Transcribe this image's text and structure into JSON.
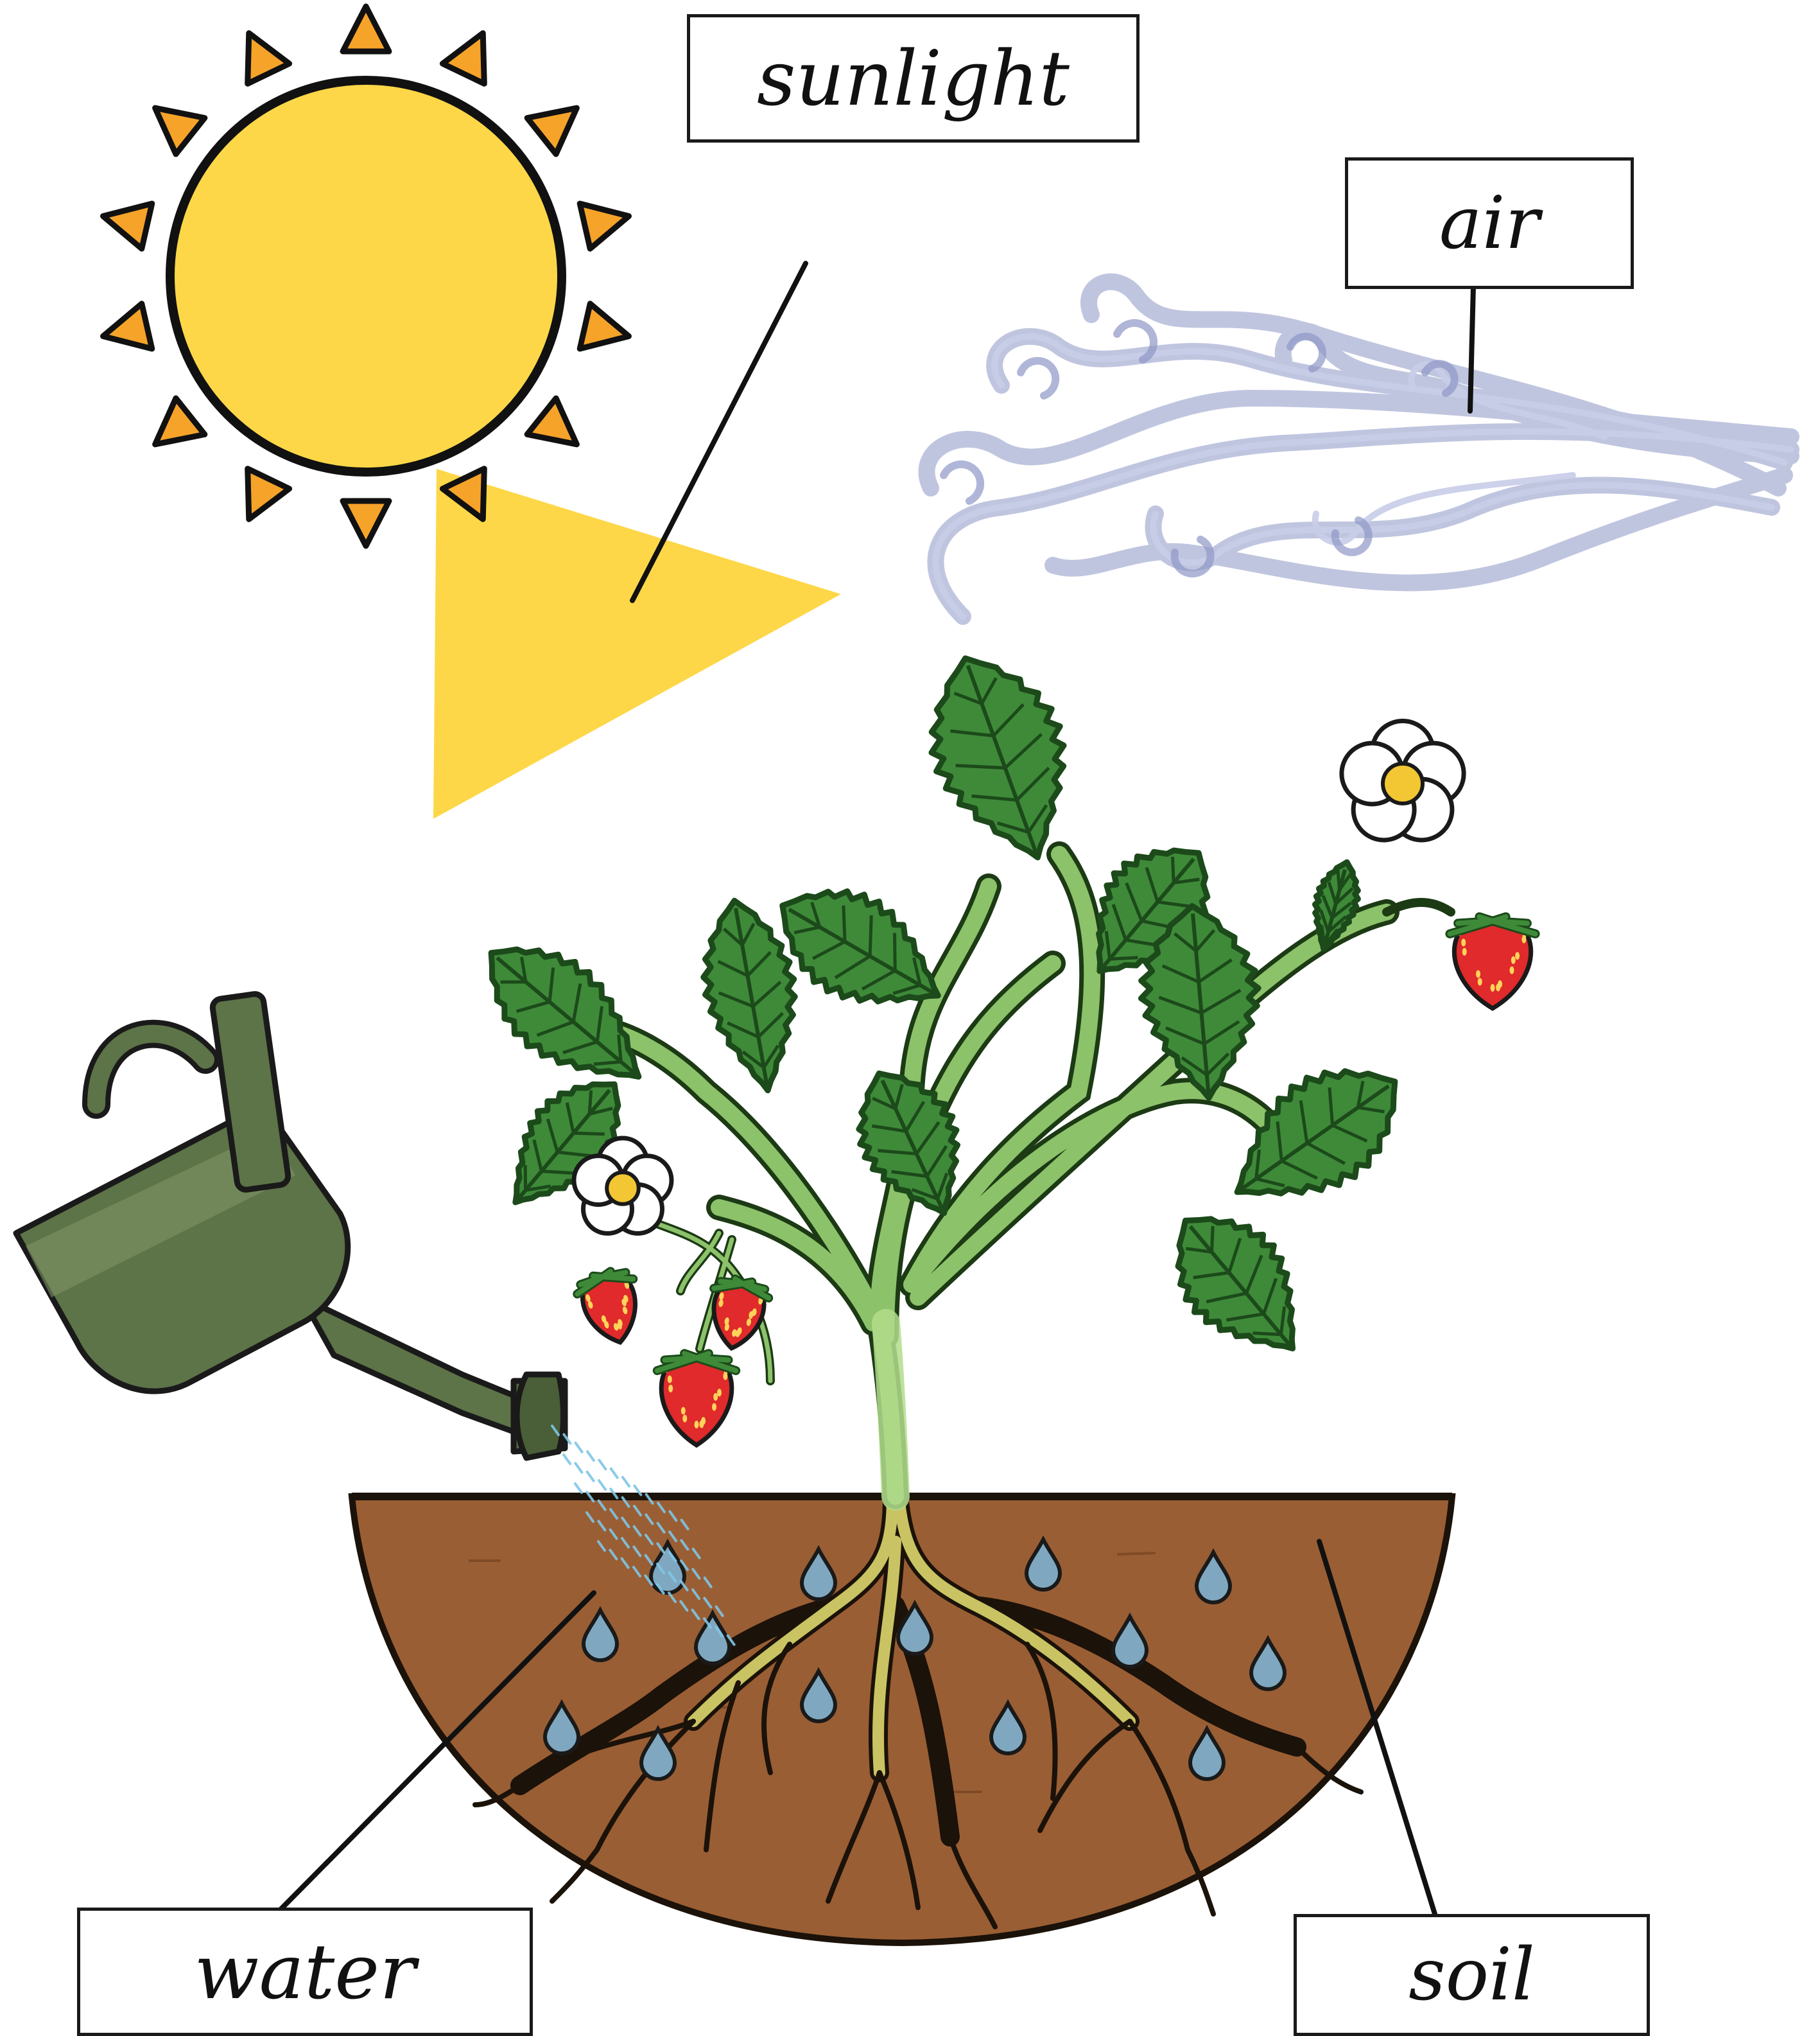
{
  "labels": {
    "sunlight": "sunlight",
    "air": "air",
    "water": "water",
    "soil": "soil"
  },
  "colors": {
    "sun": "#fdd748",
    "sun_rays": "#f6a32a",
    "sunbeam": "#fdd748",
    "air": "#b6bedf",
    "leaf": "#3e8a39",
    "leaf_dark": "#1c4a1a",
    "stem": "#8cc26a",
    "soil": "#9a5e34",
    "soil_edge": "#1b1209",
    "water_drop": "#7fa8c0",
    "strawberry": "#e02a2b",
    "watering_can": "#5d7348",
    "flower_petal": "#ffffff",
    "flower_center": "#f3c734"
  }
}
